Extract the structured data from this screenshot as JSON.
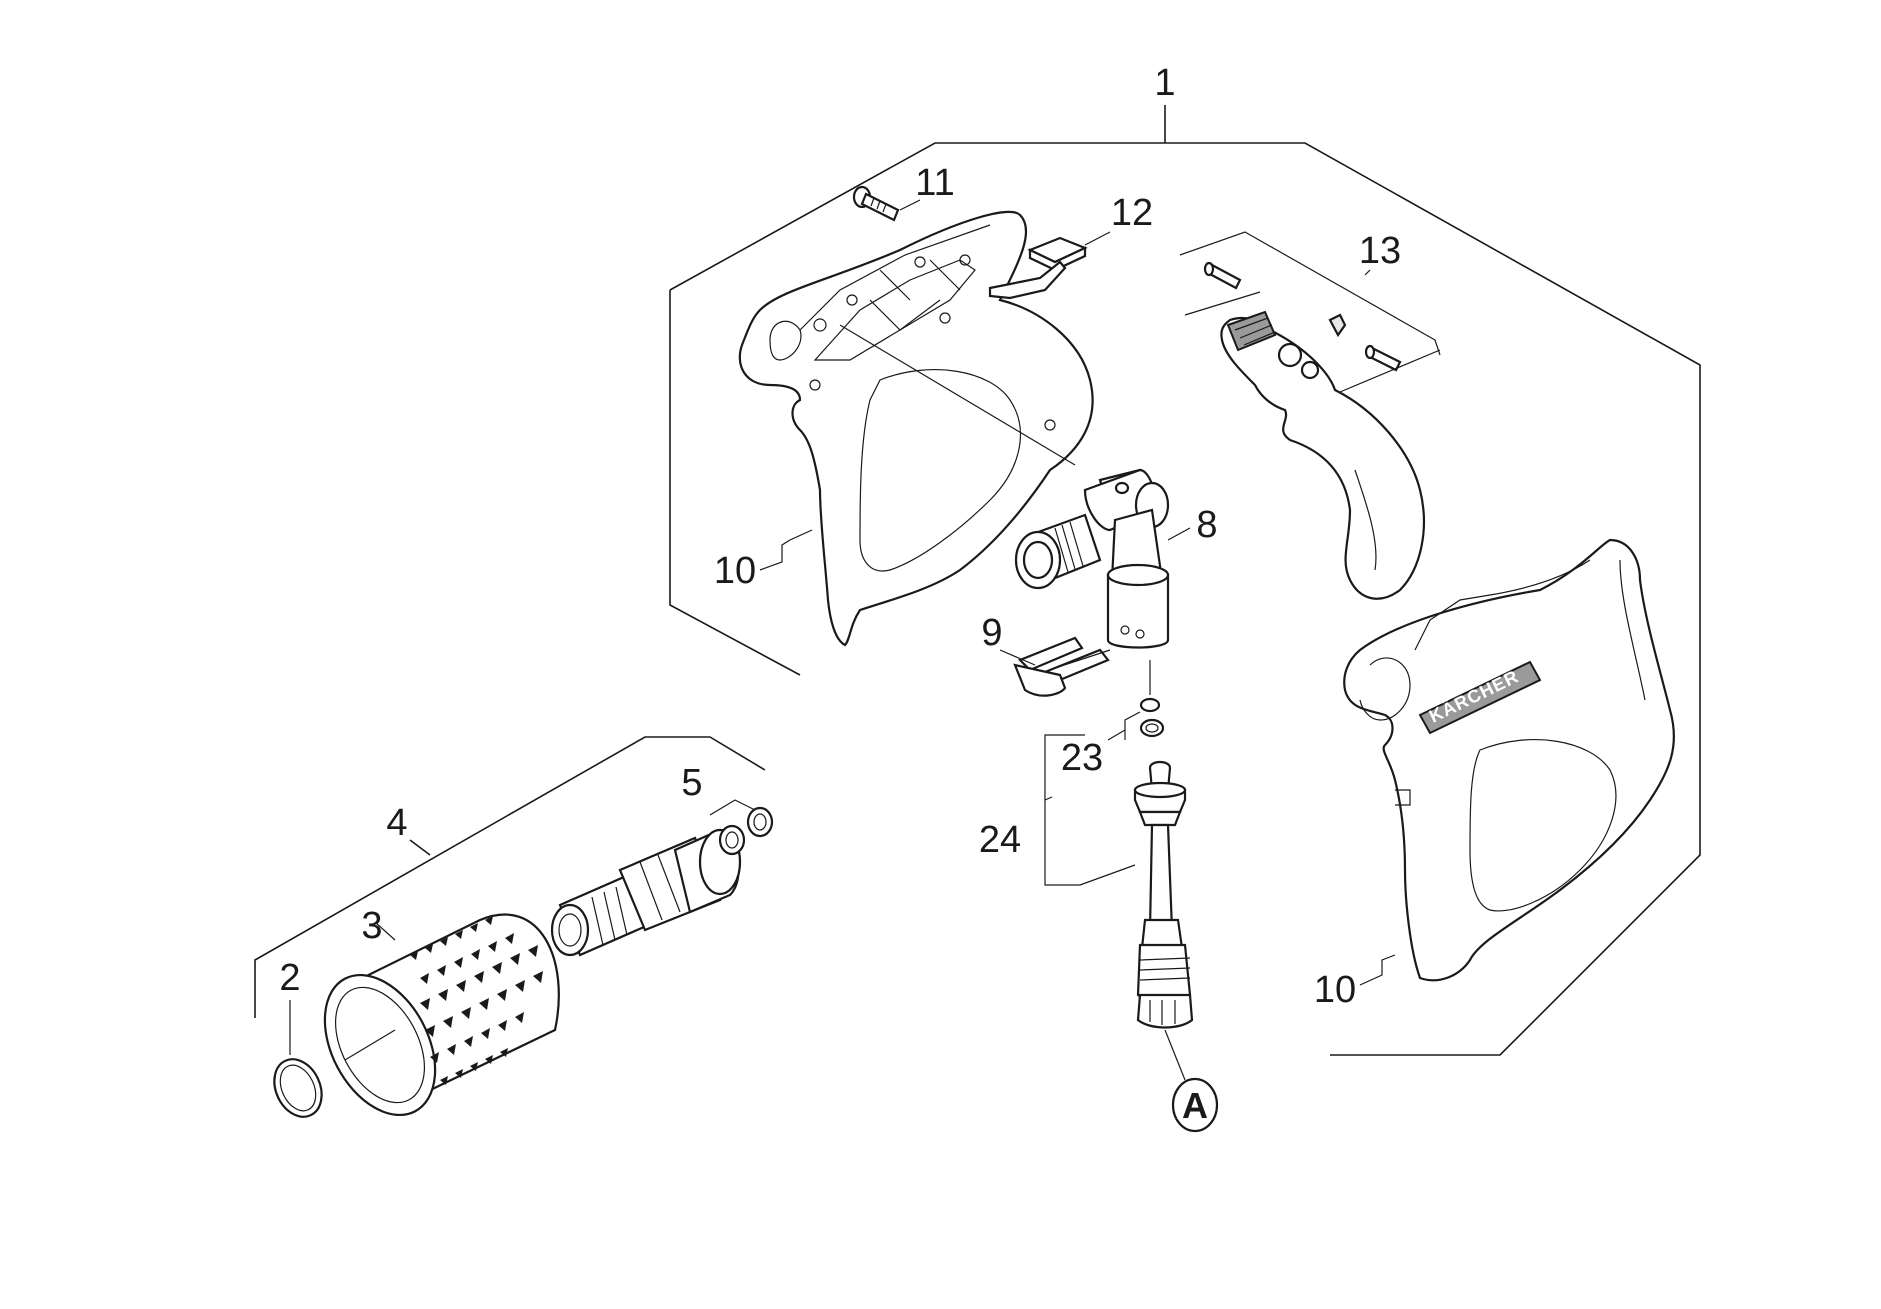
{
  "diagram": {
    "callouts": [
      {
        "id": "1",
        "text": "1"
      },
      {
        "id": "2",
        "text": "2"
      },
      {
        "id": "3",
        "text": "3"
      },
      {
        "id": "4",
        "text": "4"
      },
      {
        "id": "5",
        "text": "5"
      },
      {
        "id": "8",
        "text": "8"
      },
      {
        "id": "9",
        "text": "9"
      },
      {
        "id": "10a",
        "text": "10"
      },
      {
        "id": "10b",
        "text": "10"
      },
      {
        "id": "11",
        "text": "11"
      },
      {
        "id": "12",
        "text": "12"
      },
      {
        "id": "13",
        "text": "13"
      },
      {
        "id": "23",
        "text": "23"
      },
      {
        "id": "24",
        "text": "24"
      }
    ],
    "reference_marker": "A",
    "brand_label": "KÄRCHER"
  }
}
